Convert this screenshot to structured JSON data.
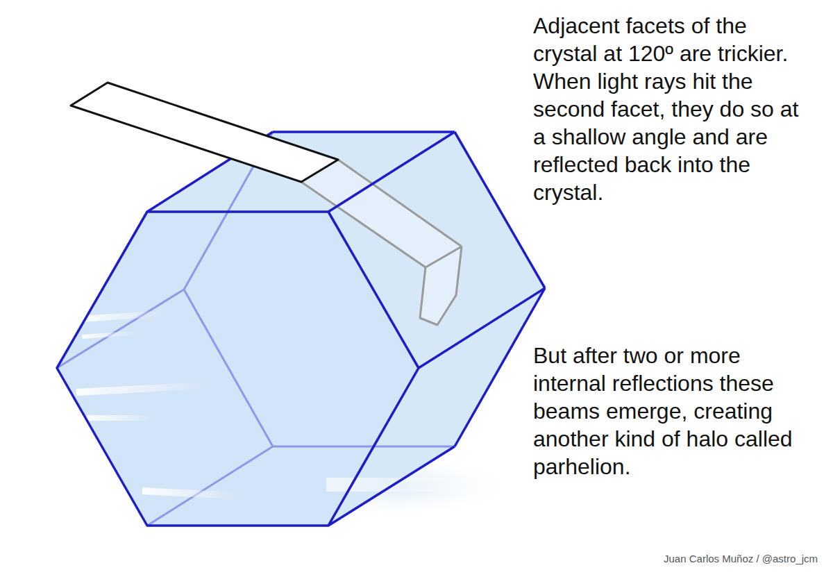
{
  "diagram": {
    "labels": [
      "Adjacent facets of the crystal at 120º are trickier. When light rays hit the second facet, they do so at a shallow angle and are reflected back into the crystal.",
      "But after two or more internal reflections these beams emerge, creating another kind of halo called parhelion.",
      "Juan Carlos Muñoz / @astro_jcm"
    ]
  }
}
